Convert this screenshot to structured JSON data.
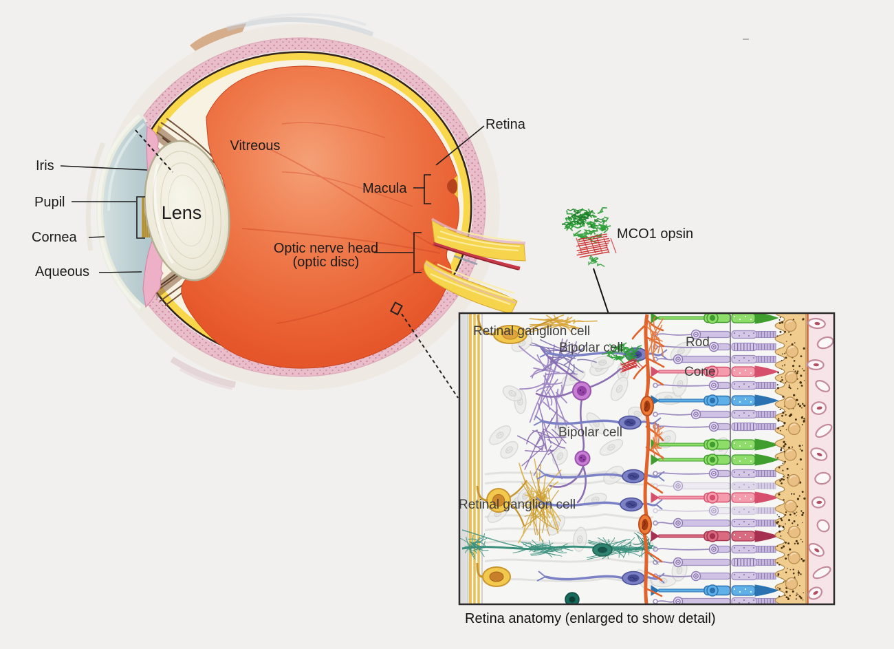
{
  "title": "Eye anatomy with MCO1 opsin and retina inset",
  "background": "#f1f0ee",
  "eye_labels": {
    "iris": "Iris",
    "pupil": "Pupil",
    "cornea": "Cornea",
    "aqueous": "Aqueous",
    "lens": "Lens",
    "vitreous": "Vitreous",
    "retina": "Retina",
    "macula": "Macula",
    "optic_nerve_line1": "Optic nerve head",
    "optic_nerve_line2": "(optic disc)"
  },
  "opsin_label": "MCO1 opsin",
  "inset": {
    "caption": "Retina anatomy (enlarged to show detail)",
    "labels": {
      "ganglion_top": "Retinal ganglion cell",
      "bipolar_top": "Bipolar cell",
      "rod": "Rod",
      "cone": "Cone",
      "bipolar_mid": "Bipolar cell",
      "ganglion_bottom": "Retinal ganglion cell"
    }
  },
  "colors": {
    "vitreous": "#ed6a3c",
    "retina_yellow": "#f8d74b",
    "sclera_pink": "#e9bdca",
    "ganglion_yellow": "#f3c94d",
    "bipolar_blue": "#7b81c4",
    "bipolar_purple": "#c77fd4",
    "muller_orange": "#e2622b",
    "amacrine_teal": "#3a8f7c",
    "rod_lavender": "#cfc2e4",
    "cone_green": "#7cd15c",
    "cone_pink": "#ef7f96",
    "cone_blue": "#4a9ede",
    "cone_crimson": "#c44a66",
    "rpe_tan": "#f0cd8e",
    "choroid_pink": "#f6e4e9",
    "opsin_green": "#2f9e38",
    "opsin_red": "#cc2a2a"
  }
}
